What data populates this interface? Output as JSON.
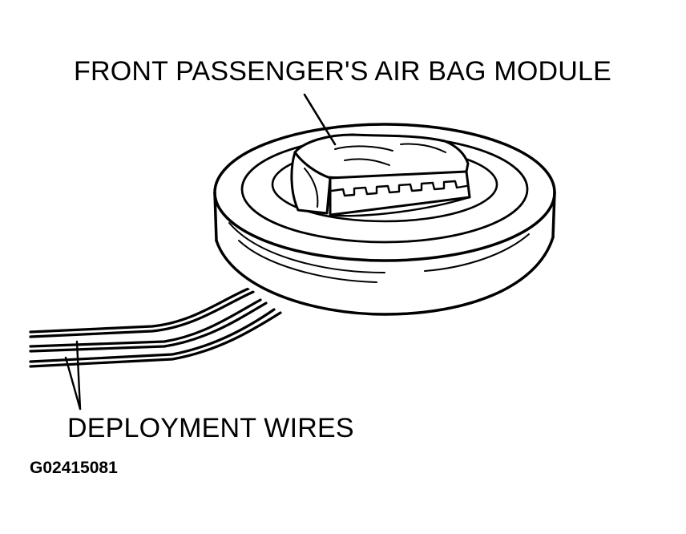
{
  "labels": {
    "module": "FRONT PASSENGER'S AIR BAG MODULE",
    "wires": "DEPLOYMENT WIRES",
    "figure_code": "G02415081"
  },
  "colors": {
    "ink": "#000000",
    "background": "#ffffff"
  }
}
